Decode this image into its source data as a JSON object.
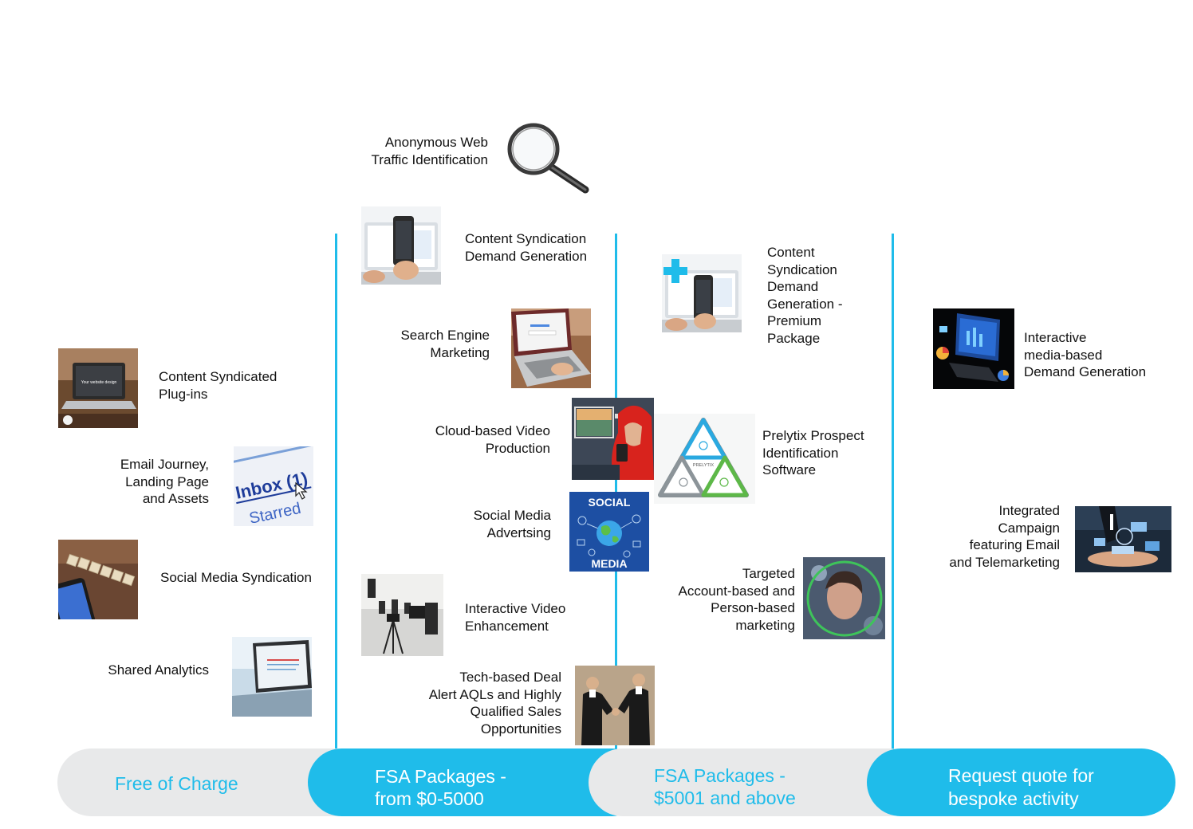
{
  "column_headers": [
    {
      "label": "Free of Charge",
      "style": "grey"
    },
    {
      "label_line1": "FSA Packages -",
      "label_line2": "from $0-5000",
      "style": "blue"
    },
    {
      "label_line1": "FSA Packages -",
      "label_line2": "$5001 and above",
      "style": "grey"
    },
    {
      "label_line1": "Request quote for",
      "label_line2": "bespoke activity",
      "style": "blue"
    }
  ],
  "free_items": [
    {
      "l1": "Content Syndicated",
      "l2": "Plug-ins",
      "icon": "laptop-website-image"
    },
    {
      "l1": "Email Journey,",
      "l2": "Landing Page",
      "l3": "and Assets",
      "icon": "inbox-image"
    },
    {
      "l1": "Social Media Syndication",
      "icon": "social-media-tiles-image"
    },
    {
      "l1": "Shared Analytics",
      "icon": "analytics-laptop-image"
    }
  ],
  "fsa_basic_items": [
    {
      "l1": "Anonymous Web",
      "l2": "Traffic Identification",
      "icon": "magnifying-glass-image"
    },
    {
      "l1": "Content Syndication",
      "l2": "Demand Generation",
      "icon": "phone-laptop-image"
    },
    {
      "l1": "Search Engine",
      "l2": "Marketing",
      "icon": "search-laptop-image"
    },
    {
      "l1": "Cloud-based Video",
      "l2": "Production",
      "icon": "video-production-image"
    },
    {
      "l1": "Social Media",
      "l2": "Advertsing",
      "icon": "social-media-globe-image"
    },
    {
      "l1": "Interactive Video",
      "l2": "Enhancement",
      "icon": "video-studio-image"
    },
    {
      "l1": "Tech-based Deal",
      "l2": "Alert AQLs and Highly",
      "l3": "Qualified Sales",
      "l4": "Opportunities",
      "icon": "handshake-image"
    }
  ],
  "fsa_premium_items": [
    {
      "l1": "Content",
      "l2": "Syndication",
      "l3": "Demand",
      "l4": "Generation -",
      "l5": "Premium",
      "l6": "Package",
      "icon": "phone-plus-image"
    },
    {
      "l1": "Prelytix Prospect",
      "l2": "Identification",
      "l3": "Software",
      "icon": "prelytix-triangle-image",
      "logo_text": "PRELYTIX"
    },
    {
      "l1": "Targeted",
      "l2": "Account-based and",
      "l3": "Person-based",
      "l4": "marketing",
      "icon": "person-target-image"
    }
  ],
  "bespoke_items": [
    {
      "l1": "Interactive",
      "l2": "media-based",
      "l3": "Demand Generation",
      "icon": "isometric-dashboard-image"
    },
    {
      "l1": "Integrated",
      "l2": "Campaign",
      "l3": "featuring Email",
      "l4": "and Telemarketing",
      "icon": "hands-devices-image"
    }
  ],
  "image_text": {
    "inbox_word": "Inbox (1)",
    "starred_word": "Starred",
    "social_top": "SOCIAL",
    "social_bottom": "MEDIA",
    "website_design": "Your website design"
  },
  "colors": {
    "accent_blue": "#1fbcea",
    "pill_grey": "#e8e9ea",
    "prelytix_green": "#5db848"
  }
}
